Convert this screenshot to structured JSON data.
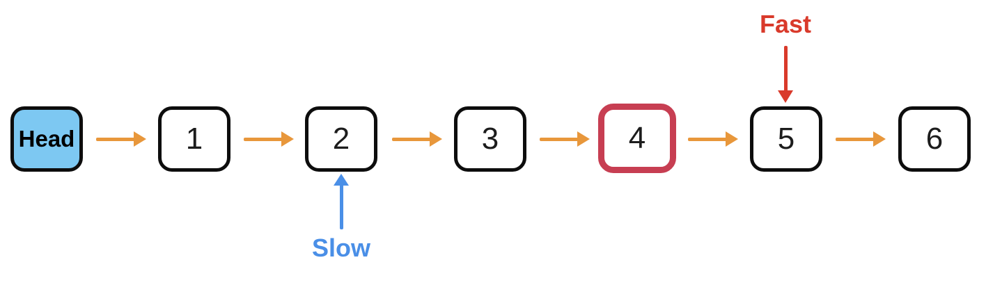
{
  "diagram": {
    "type": "linked-list",
    "nodes": [
      {
        "label": "Head",
        "fill": "#7dc8f2",
        "border": "#0d0d0d",
        "highlighted": false
      },
      {
        "label": "1",
        "fill": "#ffffff",
        "border": "#0d0d0d",
        "highlighted": false
      },
      {
        "label": "2",
        "fill": "#ffffff",
        "border": "#0d0d0d",
        "highlighted": false
      },
      {
        "label": "3",
        "fill": "#ffffff",
        "border": "#0d0d0d",
        "highlighted": false
      },
      {
        "label": "4",
        "fill": "#ffffff",
        "border": "#c73e52",
        "highlighted": true
      },
      {
        "label": "5",
        "fill": "#ffffff",
        "border": "#0d0d0d",
        "highlighted": false
      },
      {
        "label": "6",
        "fill": "#ffffff",
        "border": "#0d0d0d",
        "highlighted": false
      }
    ],
    "edges": [
      {
        "from": "Head",
        "to": "1"
      },
      {
        "from": "1",
        "to": "2"
      },
      {
        "from": "2",
        "to": "3"
      },
      {
        "from": "3",
        "to": "4"
      },
      {
        "from": "4",
        "to": "5"
      },
      {
        "from": "5",
        "to": "6"
      }
    ],
    "pointers": {
      "fast": {
        "label": "Fast",
        "points_to": "5",
        "direction": "down",
        "color": "#d93a2b"
      },
      "slow": {
        "label": "Slow",
        "points_to": "2",
        "direction": "up",
        "color": "#4a8fe7"
      }
    },
    "colors": {
      "edge_arrow": "#e8973b",
      "fast_pointer": "#d93a2b",
      "slow_pointer": "#4a8fe7",
      "highlight_border": "#c73e52",
      "head_fill": "#7dc8f2",
      "node_border": "#0d0d0d",
      "background": "#ffffff"
    }
  }
}
